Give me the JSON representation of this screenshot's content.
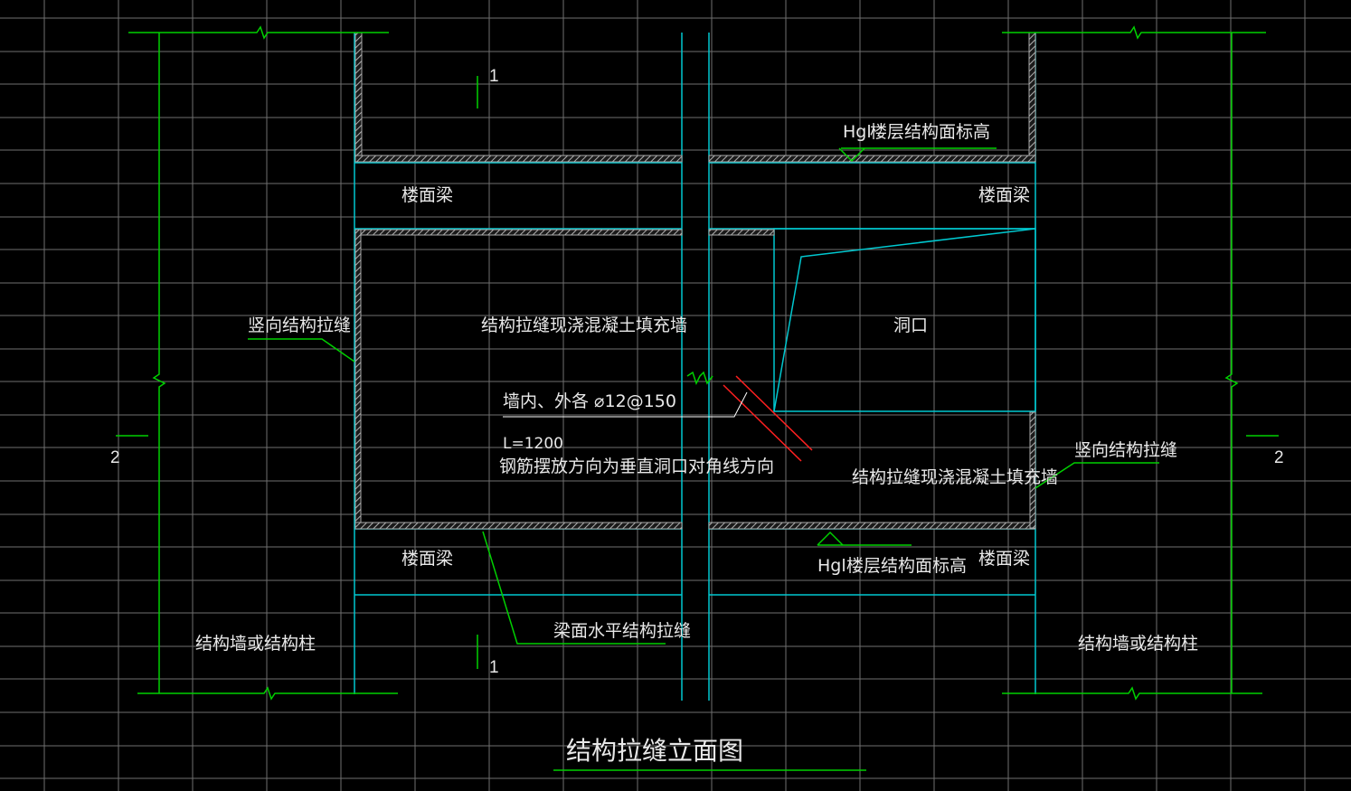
{
  "title": "结构拉缝立面图",
  "labels": {
    "floor_beam": "楼面梁",
    "infill_wall": "结构拉缝现浇混凝土填充墙",
    "opening": "洞口",
    "vertical_joint": "竖向结构拉缝",
    "beam_horizontal_joint": "梁面水平结构拉缝",
    "wall_or_column": "结构墙或结构柱",
    "rebar_spec": "墙内、外各 ⌀12@150",
    "rebar_length": "L=1200",
    "rebar_direction": "钢筋摆放方向为垂直洞口对角线方向",
    "elevation_mark": "Hgl",
    "elevation_text": "楼层结构面标高",
    "section_1": "1",
    "section_2": "2"
  },
  "colors": {
    "background": "#000000",
    "grid": "#6f6f6f",
    "green": "#00d000",
    "cyan": "#00c8d0",
    "hatch": "#a8a8a8",
    "rebar": "#ff2020",
    "text": "#e8e8e8"
  }
}
